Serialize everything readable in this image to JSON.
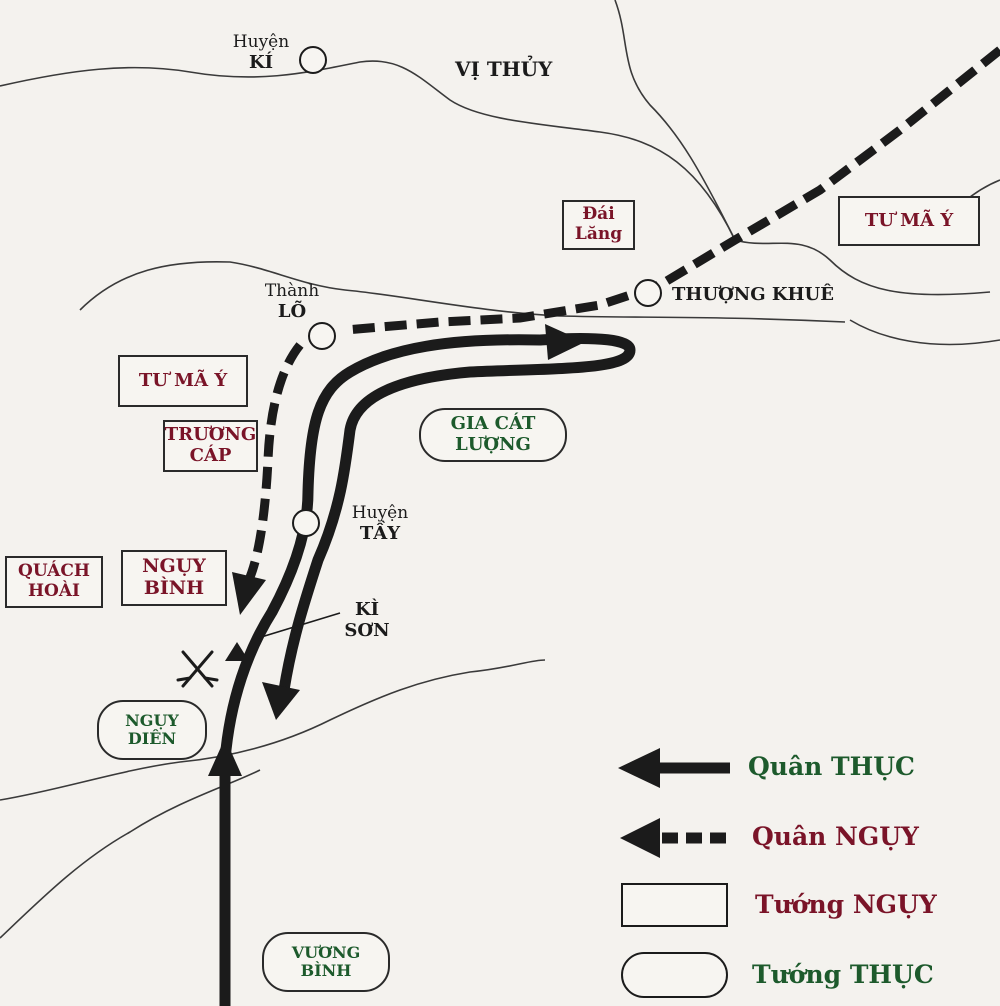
{
  "colors": {
    "wei": "#7a1428",
    "shu": "#1d5a2c",
    "line": "#1b1b1b"
  },
  "places": {
    "huyen_ki": {
      "line1": "Huyện",
      "line2": "KÍ"
    },
    "vi_thuy": "VỊ THỦY",
    "thanh_lo": {
      "line1": "Thành",
      "line2": "LÕ"
    },
    "thuong_khue": "THƯỢNG KHUÊ",
    "huyen_tay": {
      "line1": "Huyện",
      "line2": "TẦY"
    },
    "ki_son": {
      "line1": "KÌ",
      "line2": "SƠN"
    }
  },
  "wei_generals": {
    "dai_lang": {
      "line1": "Đái",
      "line2": "Lăng"
    },
    "tu_ma_y_east": "TƯ MÃ Ý",
    "tu_ma_y_west": "TƯ MÃ Ý",
    "truong_cap": {
      "line1": "TRƯƠNG",
      "line2": "CÁP"
    },
    "quach_hoai": {
      "line1": "QUÁCH",
      "line2": "HOÀI"
    },
    "nguy_binh": {
      "line1": "NGỤY",
      "line2": "BÌNH"
    }
  },
  "shu_generals": {
    "gia_cat_luong": {
      "line1": "GIA CÁT",
      "line2": "LƯỢNG"
    },
    "nguy_dien": {
      "line1": "NGỤY",
      "line2": "DIÊN"
    },
    "vuong_binh": {
      "line1": "VƯƠNG",
      "line2": "BÌNH"
    }
  },
  "legend": {
    "shu_army": "Quân THỤC",
    "wei_army": "Quân NGỤY",
    "wei_general": "Tướng NGỤY",
    "shu_general": "Tướng THỤC"
  }
}
